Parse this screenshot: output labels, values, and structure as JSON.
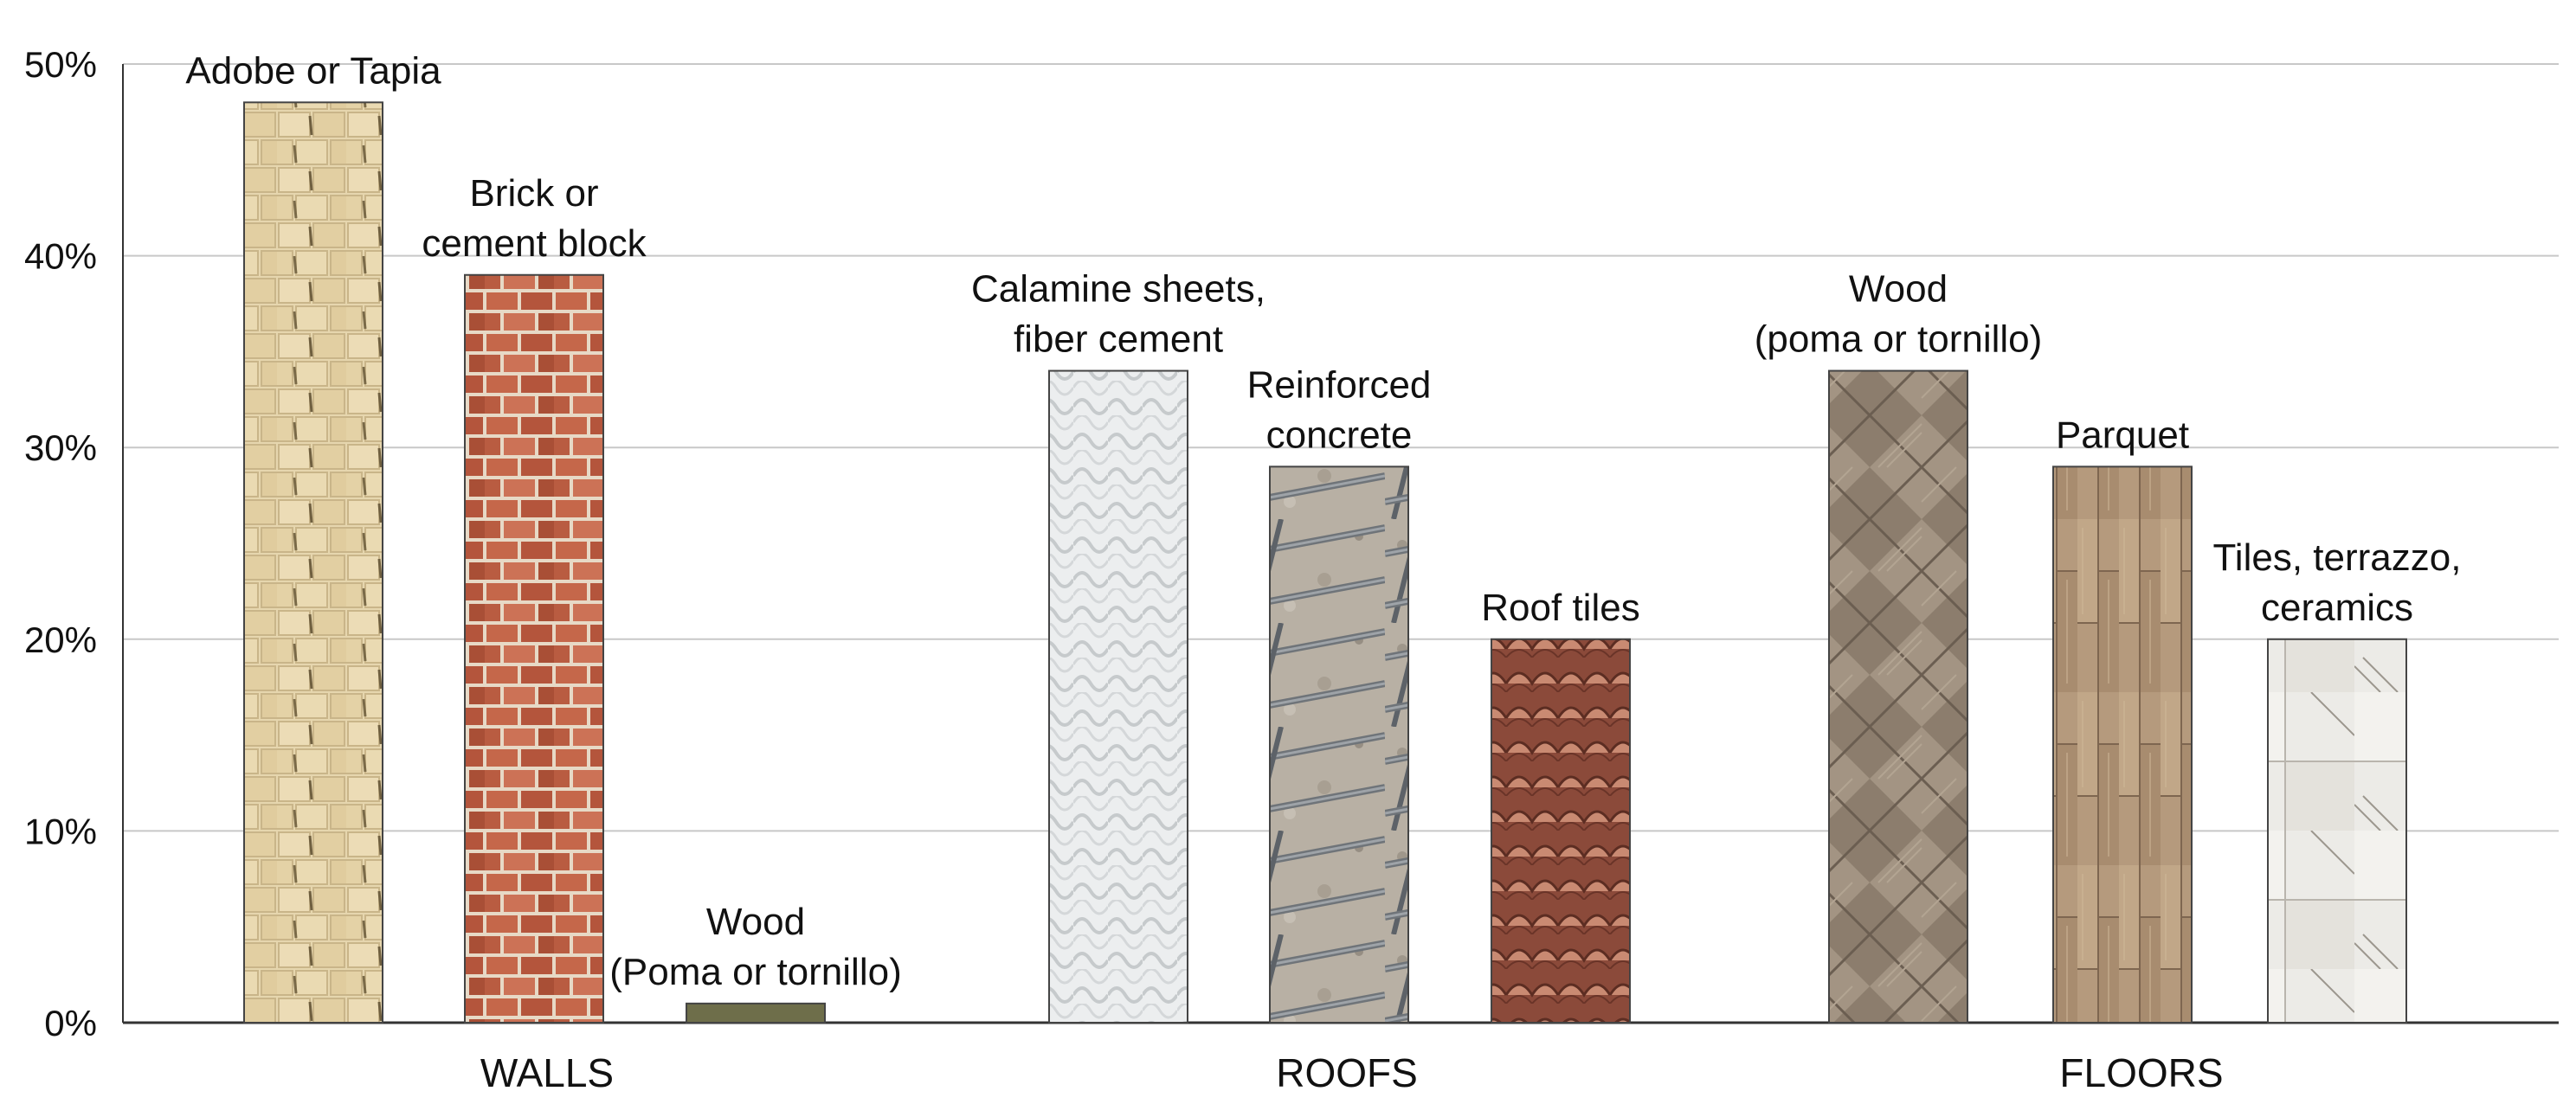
{
  "chart_data": {
    "type": "bar",
    "ylim": [
      0,
      50
    ],
    "y_ticks": [
      0,
      10,
      20,
      30,
      40,
      50
    ],
    "y_tick_format": "percent",
    "grid": true,
    "groups": [
      {
        "name": "WALLS",
        "bars": [
          {
            "label": [
              "Adobe or Tapia"
            ],
            "value": 48,
            "texture": "adobe"
          },
          {
            "label": [
              "Brick or",
              "cement block"
            ],
            "value": 39,
            "texture": "brick"
          },
          {
            "label": [
              "Wood",
              "(Poma or tornillo)"
            ],
            "value": 1,
            "texture": "wood-solid"
          }
        ]
      },
      {
        "name": "ROOFS",
        "bars": [
          {
            "label": [
              "Calamine sheets,",
              "fiber cement"
            ],
            "value": 34,
            "texture": "calamine"
          },
          {
            "label": [
              "Reinforced",
              "concrete"
            ],
            "value": 29,
            "texture": "concrete"
          },
          {
            "label": [
              "Roof tiles"
            ],
            "value": 20,
            "texture": "rooftiles"
          }
        ]
      },
      {
        "name": "FLOORS",
        "bars": [
          {
            "label": [
              "Wood",
              "(poma or tornillo)"
            ],
            "value": 34,
            "texture": "herringbone"
          },
          {
            "label": [
              "Parquet"
            ],
            "value": 29,
            "texture": "parquet"
          },
          {
            "label": [
              "Tiles, terrazzo,",
              "ceramics"
            ],
            "value": 20,
            "texture": "ceramic"
          }
        ]
      }
    ]
  },
  "colors": {
    "grid": "#c8c8c8",
    "axis": "#333333",
    "bar_outline": "#444444",
    "wood_solid": "#6e6e4a"
  }
}
